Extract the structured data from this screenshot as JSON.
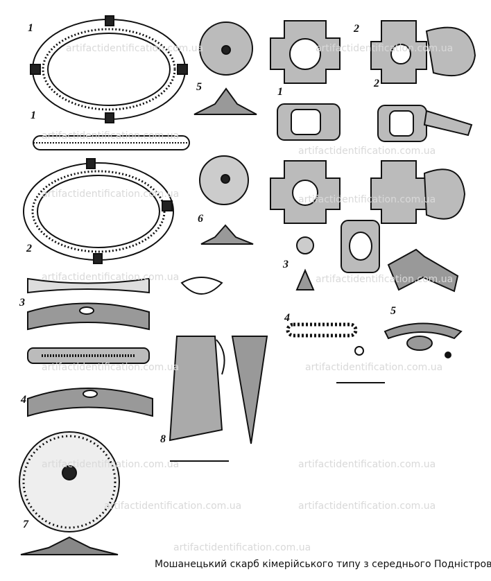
{
  "caption": "Мошанецький скарб кімерійського типу з середнього Подністров'я",
  "watermark": "artifactidentification.com.ua",
  "left_group": {
    "labels": [
      "1",
      "1",
      "2",
      "3",
      "4",
      "5",
      "6",
      "7",
      "8"
    ]
  },
  "right_group": {
    "labels": [
      "2",
      "1",
      "2",
      "3",
      "4",
      "5"
    ]
  }
}
